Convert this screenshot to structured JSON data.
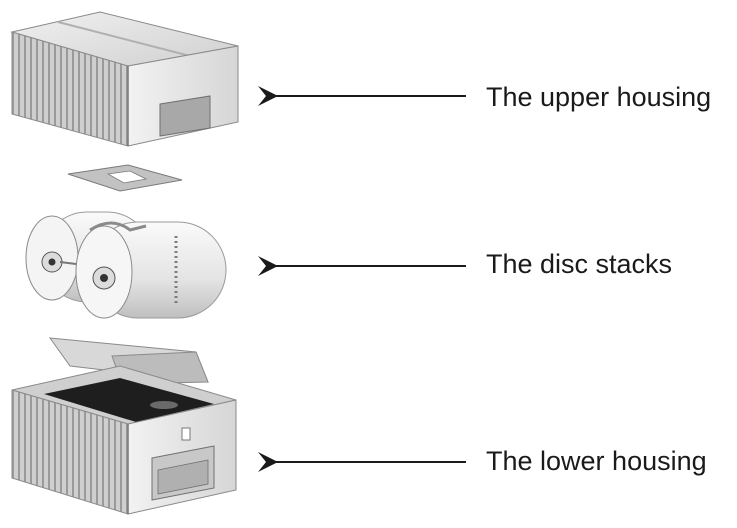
{
  "labels": {
    "upper_housing": "The upper housing",
    "disc_stacks": "The disc stacks",
    "lower_housing": "The lower housing"
  },
  "colors": {
    "housing_light": "#e6e6e6",
    "housing_mid": "#bdbdbd",
    "housing_dark": "#8a8a8a",
    "rib": "#9a9a9a",
    "interior": "#1e1e1e",
    "disc": "#eeeeee",
    "arrow": "#1a1a1a",
    "text": "#1a1a1a"
  }
}
